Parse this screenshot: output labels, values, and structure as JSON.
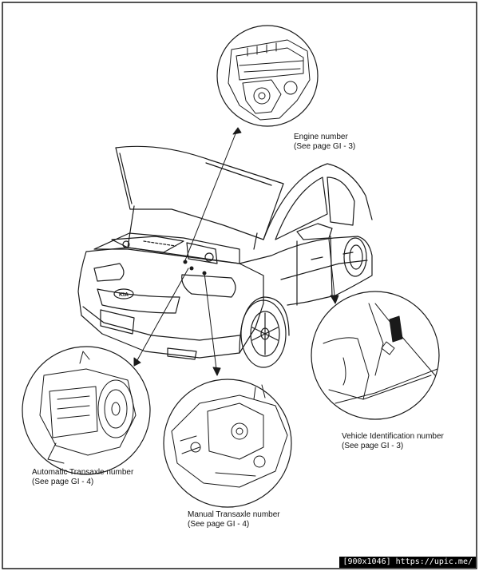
{
  "labels": {
    "engine": {
      "name": "Engine number",
      "ref": "(See page GI - 3)"
    },
    "vin": {
      "name": "Vehicle Identification number",
      "ref": "(See page GI - 3)"
    },
    "automatic": {
      "name": "Automatic Transaxle number",
      "ref": "(See page GI - 4)"
    },
    "manual": {
      "name": "Manual Transaxle number",
      "ref": "(See page GI - 4)"
    }
  },
  "car_badge": "KIA",
  "watermark": "[900x1046] https://upic.me/"
}
